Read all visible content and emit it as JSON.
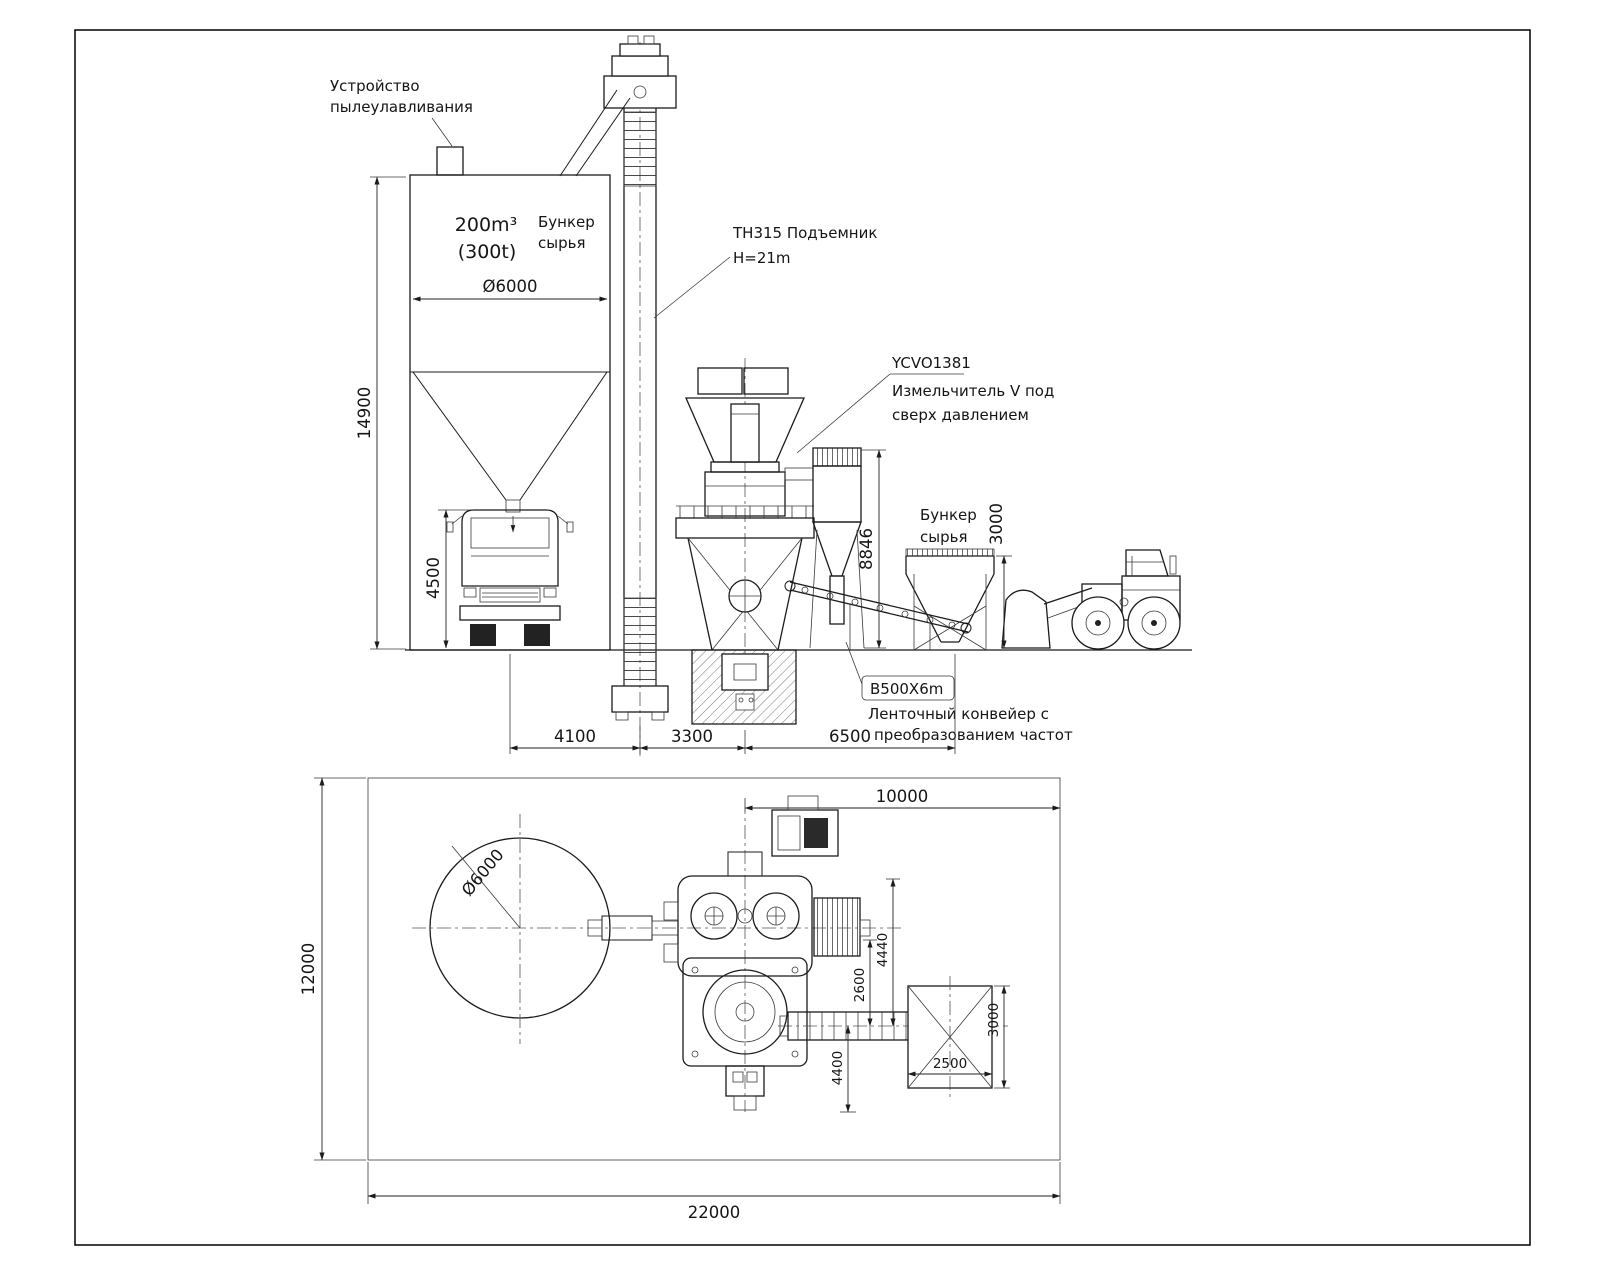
{
  "elevation": {
    "dust_device": {
      "line1": "Устройство",
      "line2": "пылеулавливания"
    },
    "silo": {
      "volume": "200m³",
      "capacity": "(300t)",
      "name_line1": "Бункер",
      "name_line2": "сырья",
      "diameter_dim": "Ø6000",
      "height_dim": "14900",
      "clearance_dim": "4500"
    },
    "elevator": {
      "model": "TH315 Подъемник",
      "height": "H=21m"
    },
    "mill": {
      "model": "YCVO1381",
      "name_line1": "Измельчитель V под",
      "name_line2": "сверх давлением",
      "height_dim": "8846"
    },
    "feed_bunker": {
      "name_line1": "Бункер",
      "name_line2": "сырья",
      "height_dim": "3000"
    },
    "conveyor": {
      "model": "B500X6m",
      "name_line1": "Ленточный конвейер с",
      "name_line2": "преобразованием частот"
    },
    "dims": {
      "silo_to_elevator": "4100",
      "elevator_to_mill": "3300",
      "mill_to_bunker": "6500"
    }
  },
  "plan": {
    "silo_diameter_dim": "Ø6000",
    "dims": {
      "right_width": "10000",
      "total_depth": "12000",
      "total_width": "22000",
      "motor_to_conveyor": "4440",
      "mill_to_conveyor": "2600",
      "conveyor_to_edge": "4400",
      "bunker_depth": "3000",
      "bunker_width": "2500"
    }
  }
}
